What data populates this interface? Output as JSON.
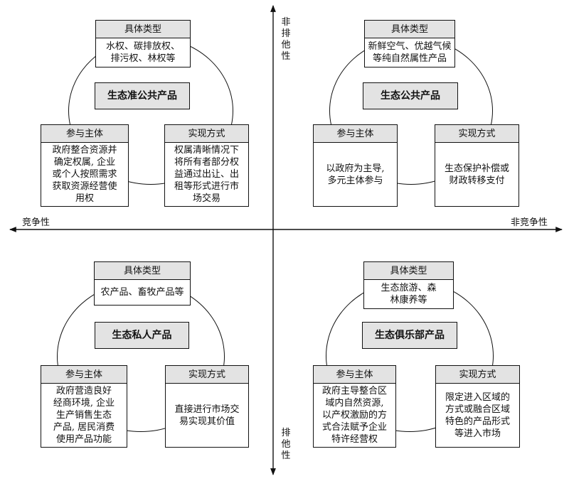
{
  "axes": {
    "top": "非排他性",
    "bottom": "排他性",
    "left": "竞争性",
    "right": "非竞争性"
  },
  "quadrants": {
    "top_left": {
      "center": "生态准公共产品",
      "type_header": "具体类型",
      "type_text": "水权、碳排放权、\n排污权、林权等",
      "participant_header": "参与主体",
      "participant_text": "政府整合资源并\n确定权属, 企业\n或个人按照需求\n获取资源经营使\n用权",
      "method_header": "实现方式",
      "method_text": "权属清晰情况下\n将所有者部分权\n益通过出让、出\n租等形式进行市\n场交易"
    },
    "top_right": {
      "center": "生态公共产品",
      "type_header": "具体类型",
      "type_text": "新鲜空气、优越气候\n等纯自然属性产品",
      "participant_header": "参与主体",
      "participant_text": "以政府为主导,\n多元主体参与",
      "method_header": "实现方式",
      "method_text": "生态保护补偿或\n财政转移支付"
    },
    "bottom_left": {
      "center": "生态私人产品",
      "type_header": "具体类型",
      "type_text": "农产品、畜牧产品等",
      "participant_header": "参与主体",
      "participant_text": "政府营造良好\n经商环境, 企业\n生产销售生态\n产品, 居民消费\n使用产品功能",
      "method_header": "实现方式",
      "method_text": "直接进行市场交\n易实现其价值"
    },
    "bottom_right": {
      "center": "生态俱乐部产品",
      "type_header": "具体类型",
      "type_text": "生态旅游、森\n林康养等",
      "participant_header": "参与主体",
      "participant_text": "政府主导整合区\n域内自然资源,\n以产权激励的方\n式合法赋予企业\n特许经营权",
      "method_header": "实现方式",
      "method_text": "限定进入区域的\n方式或融合区域\n特色的产品形式\n等进入市场"
    }
  }
}
